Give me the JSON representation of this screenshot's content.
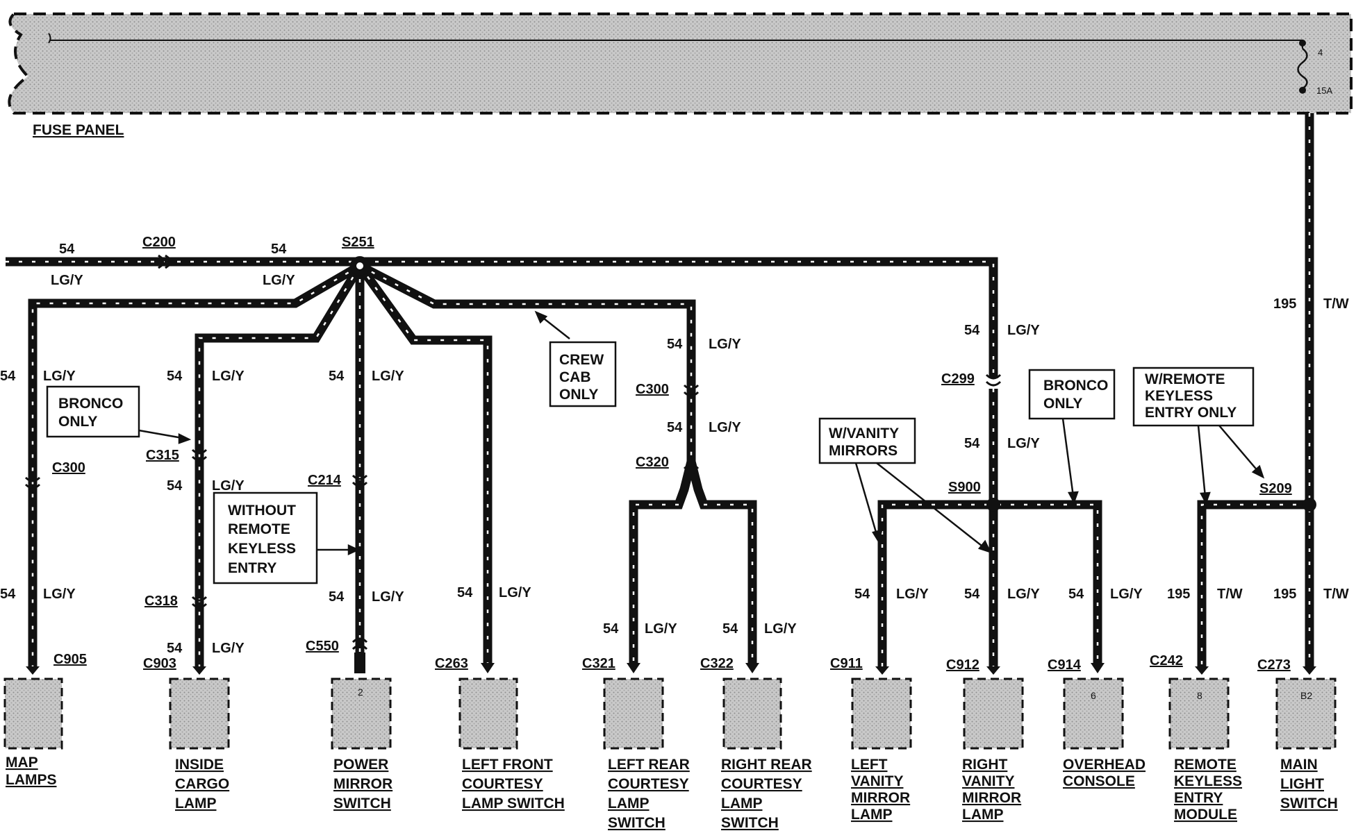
{
  "fuse_panel": {
    "label": "FUSE PANEL",
    "fuse_number": "4",
    "fuse_rating": "15A"
  },
  "wires": {
    "circuit_54": "54",
    "color_lgy": "LG/Y",
    "circuit_195": "195",
    "color_tw": "T/W"
  },
  "connectors": {
    "c200": "C200",
    "s251": "S251",
    "c300_left": "C300",
    "c315": "C315",
    "c318": "C318",
    "c214": "C214",
    "c550": "C550",
    "c300_center": "C300",
    "c320": "C320",
    "c299": "C299",
    "s900": "S900",
    "s209": "S209",
    "c905": "C905",
    "c903": "C903",
    "c263": "C263",
    "c321": "C321",
    "c322": "C322",
    "c911": "C911",
    "c912": "C912",
    "c914": "C914",
    "c242": "C242",
    "c273": "C273"
  },
  "notes": {
    "bronco_only_left": [
      "BRONCO",
      "ONLY"
    ],
    "without_rke": [
      "WITHOUT",
      "REMOTE",
      "KEYLESS",
      "ENTRY"
    ],
    "crew_cab_only": [
      "CREW",
      "CAB",
      "ONLY"
    ],
    "vanity_mirrors": [
      "W/VANITY",
      "MIRRORS"
    ],
    "bronco_only_right": [
      "BRONCO",
      "ONLY"
    ],
    "remote_keyless_only": [
      "W/REMOTE",
      "KEYLESS",
      "ENTRY ONLY"
    ]
  },
  "components": {
    "map_lamps": [
      "MAP",
      "LAMPS"
    ],
    "inside_cargo_lamp": [
      "INSIDE",
      "CARGO",
      "LAMP"
    ],
    "power_mirror_switch": [
      "POWER",
      "MIRROR",
      "SWITCH"
    ],
    "left_front_courtesy": [
      "LEFT FRONT",
      "COURTESY",
      "LAMP SWITCH"
    ],
    "left_rear_courtesy": [
      "LEFT REAR",
      "COURTESY",
      "LAMP",
      "SWITCH"
    ],
    "right_rear_courtesy": [
      "RIGHT REAR",
      "COURTESY",
      "LAMP",
      "SWITCH"
    ],
    "left_vanity": [
      "LEFT",
      "VANITY",
      "MIRROR",
      "LAMP"
    ],
    "right_vanity": [
      "RIGHT",
      "VANITY",
      "MIRROR",
      "LAMP"
    ],
    "overhead_console": [
      "OVERHEAD",
      "CONSOLE"
    ],
    "rke_module": [
      "REMOTE",
      "KEYLESS",
      "ENTRY",
      "MODULE"
    ],
    "main_light_switch": [
      "MAIN",
      "LIGHT",
      "SWITCH"
    ]
  },
  "pins": {
    "power_mirror": "2",
    "overhead_console": "6",
    "rke_module": "8",
    "main_light_switch": "B2"
  }
}
